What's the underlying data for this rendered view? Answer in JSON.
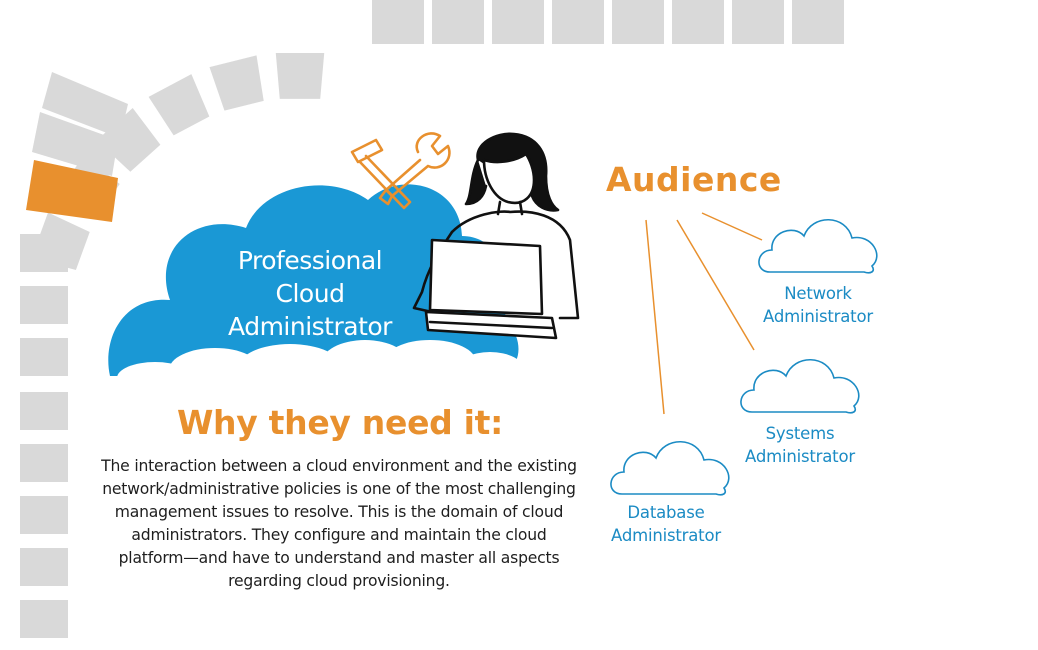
{
  "colors": {
    "accent_orange": "#e8902e",
    "cloud_blue": "#1a98d5",
    "label_blue": "#1b8bc4",
    "track_gray": "#d9d9d9",
    "track_highlight": "#e8902e",
    "text_dark": "#1e1e1e"
  },
  "hero": {
    "title": "Professional Cloud Administrator",
    "figure": "person-with-laptop-icon",
    "tools": "hammer-and-wrench-icon"
  },
  "why": {
    "heading": "Why they need it:",
    "body": "The interaction between a cloud environment and the existing network/administrative policies is one of the most challenging management issues to resolve. This is the domain of cloud administrators. They configure and maintain the cloud platform—and have to understand and master all aspects regarding cloud provisioning."
  },
  "audience": {
    "heading": "Audience",
    "items": [
      {
        "label": "Network Administrator",
        "icon": "cloud-outline-icon"
      },
      {
        "label": "Systems Administrator",
        "icon": "cloud-outline-icon"
      },
      {
        "label": "Database Administrator",
        "icon": "cloud-outline-icon"
      }
    ]
  }
}
